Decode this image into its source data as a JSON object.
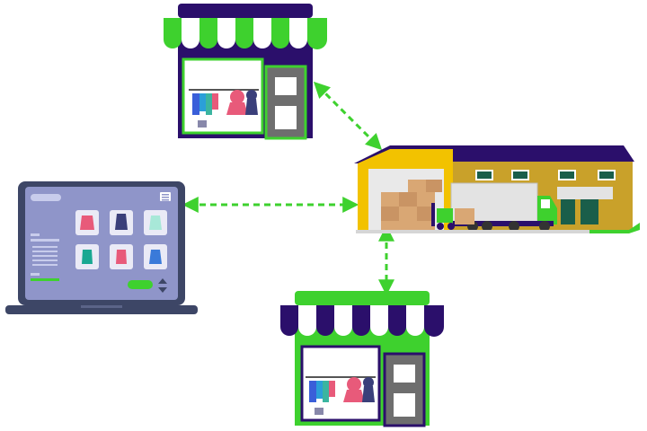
{
  "scene": {
    "nodes": [
      {
        "id": "store-top",
        "icon": "storefront-icon"
      },
      {
        "id": "warehouse",
        "icon": "warehouse-icon"
      },
      {
        "id": "laptop",
        "icon": "laptop-ecommerce-icon"
      },
      {
        "id": "store-bottom",
        "icon": "storefront-icon"
      }
    ],
    "connections": [
      {
        "from": "store-top",
        "to": "warehouse",
        "style": "dashed-double-arrow"
      },
      {
        "from": "laptop",
        "to": "warehouse",
        "style": "dashed-double-arrow"
      },
      {
        "from": "store-bottom",
        "to": "warehouse",
        "style": "dashed-double-arrow"
      }
    ]
  },
  "colors": {
    "brand_green": "#3ed12e",
    "brand_purple": "#2b0f6b",
    "accent_gray": "#6e6e6e",
    "warehouse_yellow": "#f2c200",
    "warehouse_wall": "#c9a12a",
    "laptop_frame": "#3d4666",
    "laptop_screen": "#8f95c9"
  }
}
